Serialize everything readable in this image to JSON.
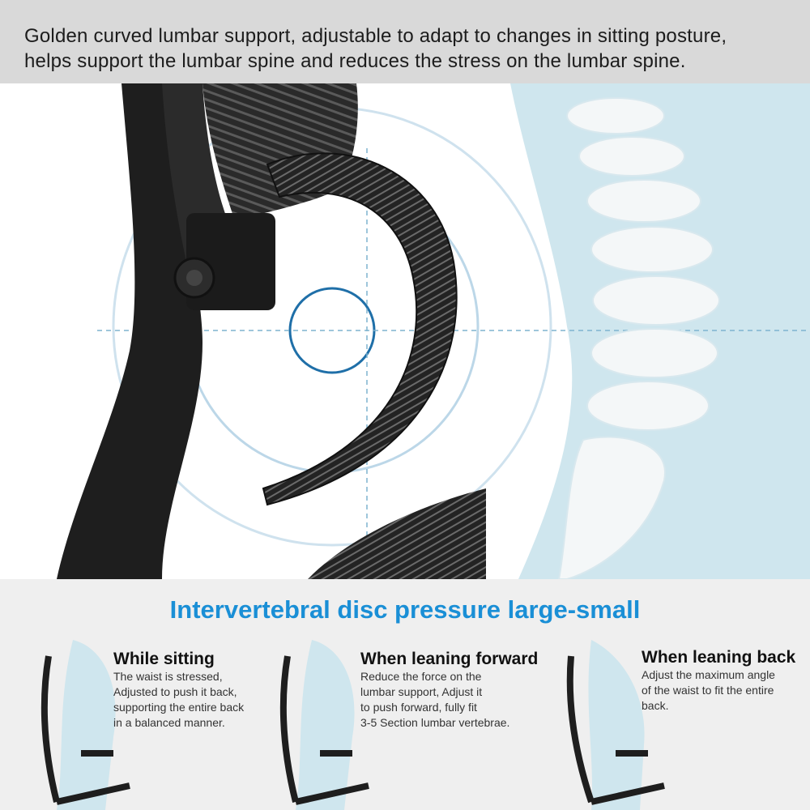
{
  "banner": {
    "line1": "Golden curved lumbar support, adjustable to adapt to changes in sitting posture,",
    "line2": "helps support the lumbar spine and reduces the stress on the lumbar spine."
  },
  "headline": "Intervertebral disc pressure large-small",
  "panels": [
    {
      "title": "While sitting",
      "lines": [
        "The waist is stressed,",
        "Adjusted to push it back,",
        "supporting the entire back",
        "in a balanced manner."
      ]
    },
    {
      "title": "When leaning forward",
      "lines": [
        "Reduce the force on the",
        "lumbar support, Adjust it",
        "to push forward, fully fit",
        "3-5 Section lumbar vertebrae."
      ]
    },
    {
      "title": "When leaning back",
      "lines": [
        "Adjust the maximum angle",
        "of the waist to fit the entire",
        "back."
      ]
    }
  ],
  "colors": {
    "accent": "#1a8fd6",
    "banner_bg": "#d9d9d9",
    "spine_bg": "#cfe6ee",
    "chair": "#1e1e1e"
  }
}
